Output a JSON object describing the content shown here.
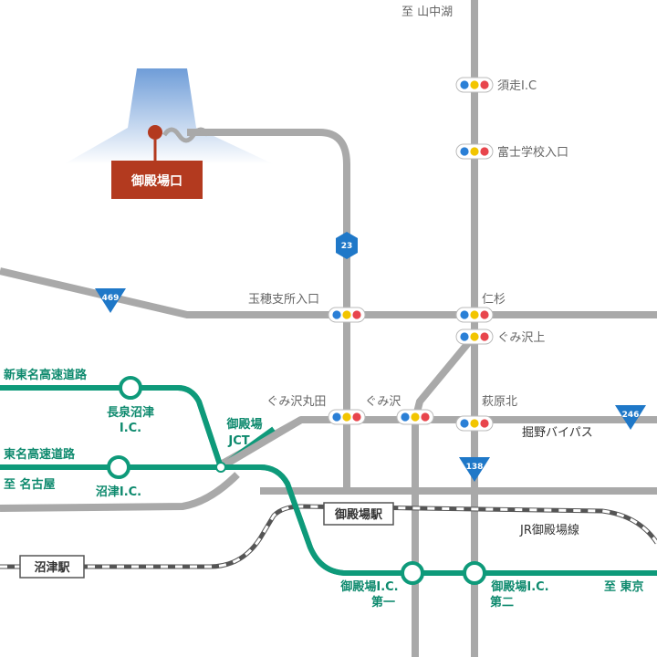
{
  "colors": {
    "road": "#a9a9a9",
    "expressway": "#0e9a7a",
    "label_green": "#0e8a6e",
    "route_shield": "#1f78c8",
    "mountain": "#8fb3df",
    "brand_red": "#b33a1f",
    "signal_blue": "#2a7fd6",
    "signal_yellow": "#f2c500",
    "signal_red": "#e8454c",
    "rail_dark": "#555555"
  },
  "destination": {
    "label": "御殿場口",
    "icon": "mountain-icon"
  },
  "directions": {
    "north": "至 山中湖",
    "west": "至 名古屋",
    "east": "至 東京"
  },
  "expressways": {
    "shin_tomei": "新東名高速道路",
    "tomei": "東名高速道路"
  },
  "bypass": "掘野バイパス",
  "railway": {
    "line": "JR御殿場線",
    "stations": [
      "御殿場駅",
      "沼津駅"
    ]
  },
  "route_shields": [
    "23",
    "469",
    "246",
    "138"
  ],
  "intersections": [
    "須走I.C",
    "富士学校入口",
    "玉穂支所入口",
    "仁杉",
    "ぐみ沢上",
    "ぐみ沢丸田",
    "ぐみ沢",
    "萩原北"
  ],
  "interchanges": {
    "nagaizumi_line1": "長泉沼津",
    "nagaizumi_line2": "I.C.",
    "numazu": "沼津I.C.",
    "jct_line1": "御殿場",
    "jct_line2": "JCT",
    "gotemba1_line1": "御殿場I.C.",
    "gotemba1_line2": "第一",
    "gotemba2_line1": "御殿場I.C.",
    "gotemba2_line2": "第二"
  }
}
